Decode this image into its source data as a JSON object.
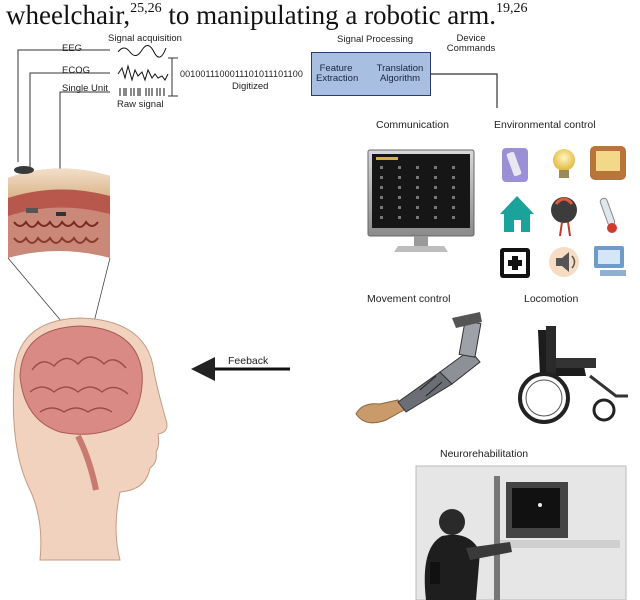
{
  "top_text": {
    "before": "wheelchair,",
    "ref1": "25,26",
    "middle": " to manipulating a robotic arm.",
    "ref2": "19,26"
  },
  "acquisition": {
    "title": "Signal acquisition",
    "eeg": "EEG",
    "ecog": "ECOG",
    "single_unit": "Single Unit",
    "raw_signal": "Raw signal"
  },
  "digitized": {
    "bits": "0010011100011101011101100",
    "label": "Digitized"
  },
  "processing": {
    "title": "Signal Processing",
    "feature_line1": "Feature",
    "feature_line2": "Extraction",
    "translation_line1": "Translation",
    "translation_line2": "Algorithm"
  },
  "device_commands": {
    "line1": "Device",
    "line2": "Commands"
  },
  "outputs": {
    "communication": "Communication",
    "environmental": "Environmental control",
    "movement": "Movement control",
    "locomotion": "Locomotion",
    "neurorehab": "Neurorehabilitation"
  },
  "feedback": "Feeback",
  "colors": {
    "processing_box": "#a9bfe2",
    "box_border": "#2b3b6a",
    "brain": "#d98a84",
    "skin": "#eccab6",
    "house": "#1aa39b",
    "screen": "#161616"
  }
}
